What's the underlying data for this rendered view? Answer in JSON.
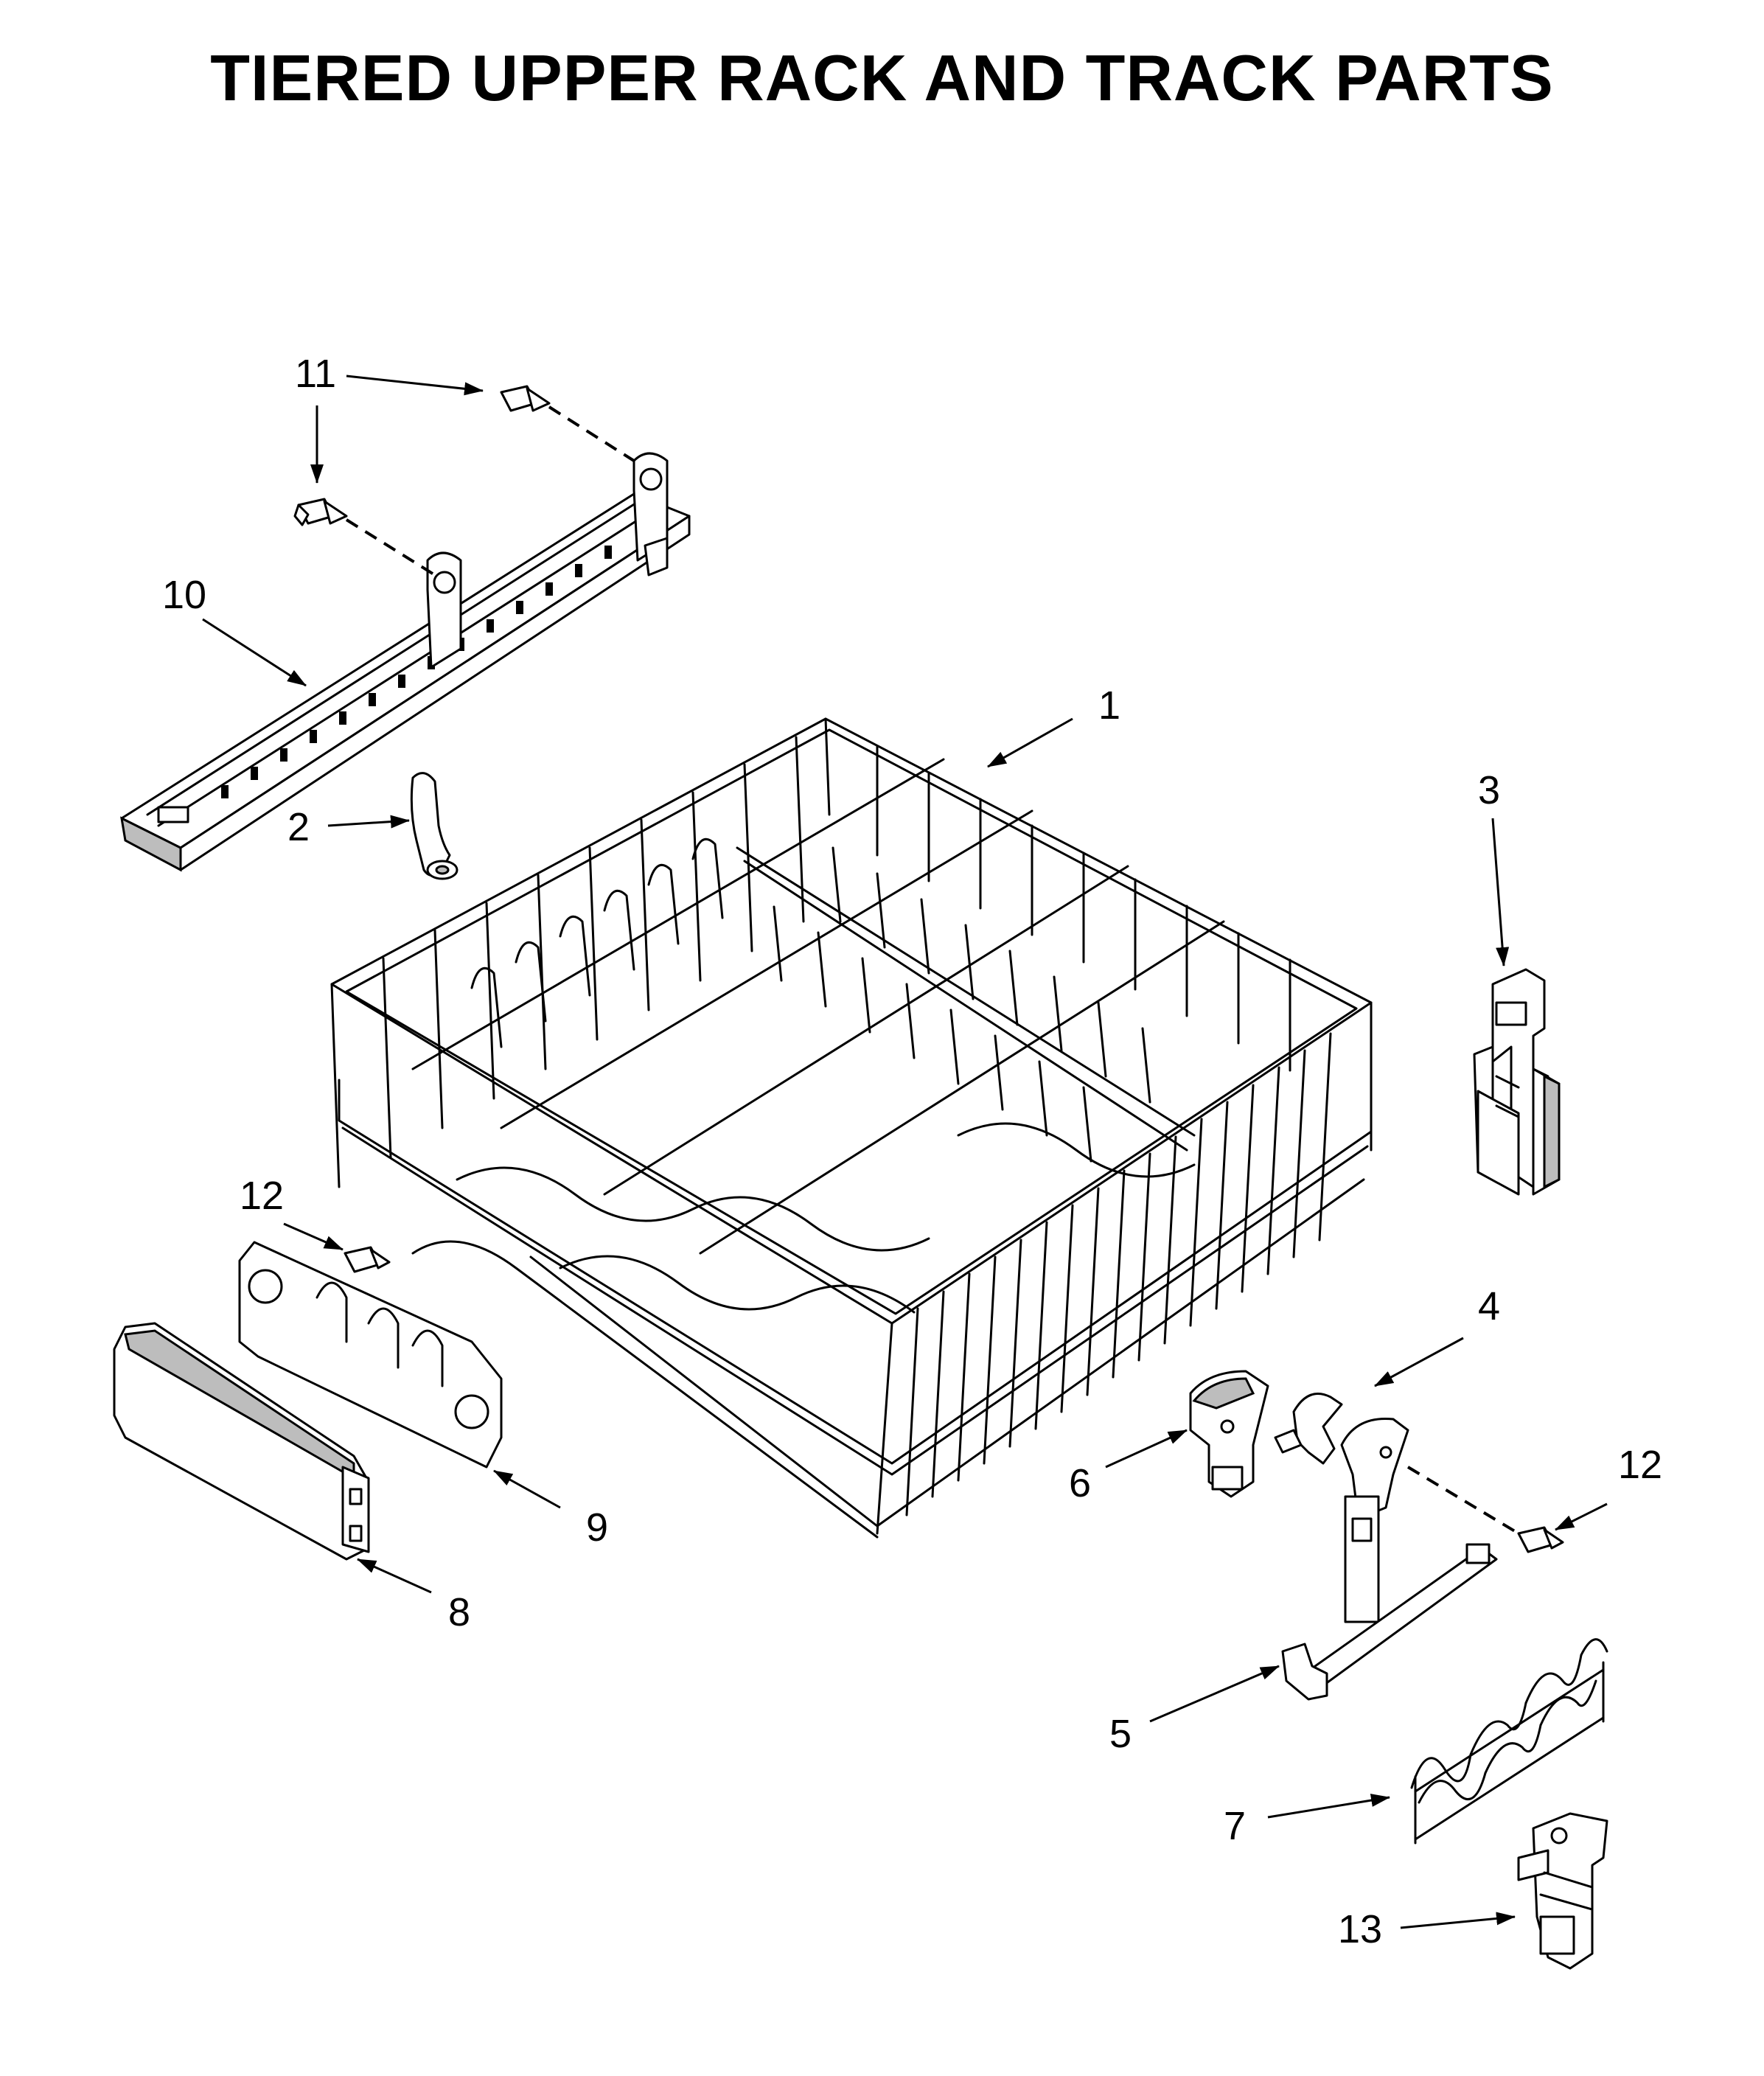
{
  "title": "TIERED UPPER RACK AND TRACK PARTS",
  "callouts": {
    "c1": "1",
    "c2": "2",
    "c3": "3",
    "c4": "4",
    "c5": "5",
    "c6": "6",
    "c7": "7",
    "c8": "8",
    "c9": "9",
    "c10": "10",
    "c11": "11",
    "c12a": "12",
    "c12b": "12",
    "c13": "13"
  }
}
